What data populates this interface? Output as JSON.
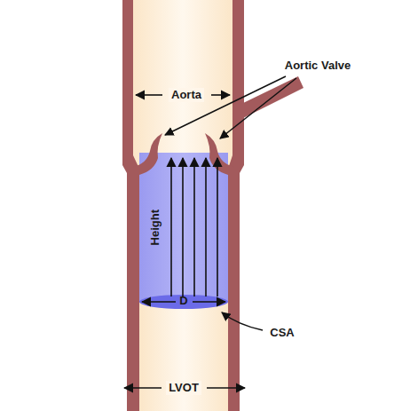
{
  "diagram": {
    "labels": [
      "Aorta",
      "Aortic Valve",
      "Height",
      "D",
      "CSA",
      "LVOT"
    ]
  }
}
